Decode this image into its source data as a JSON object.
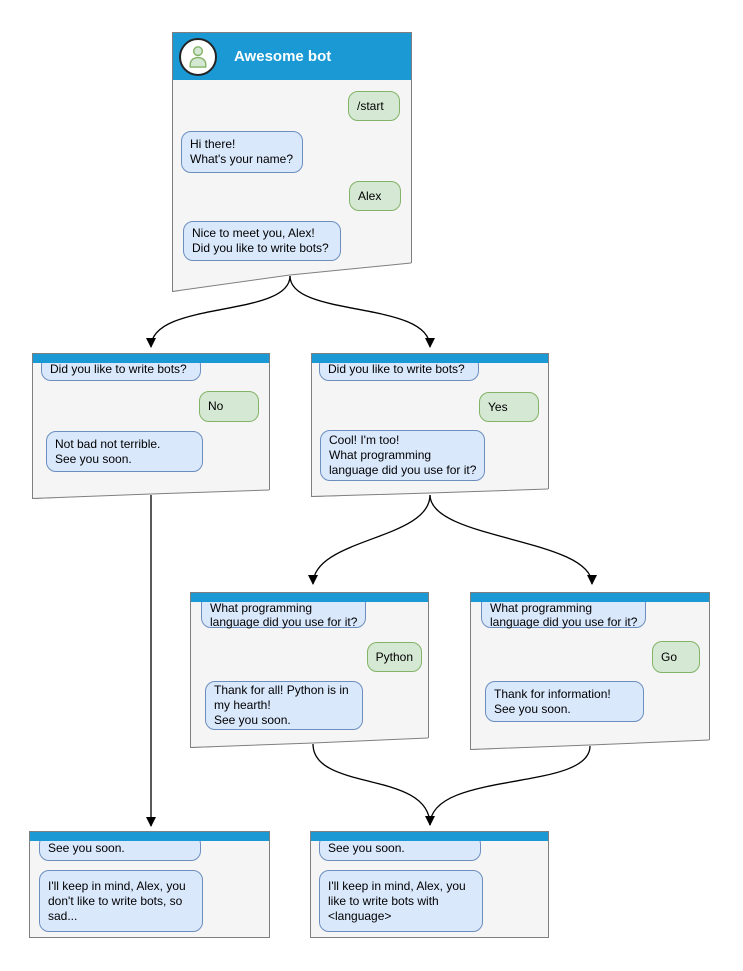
{
  "colors": {
    "header_blue": "#1a99d4",
    "window_background": "#f5f5f5",
    "window_border": "#7f7f7f",
    "bot_bubble_fill": "#dae8fc",
    "bot_bubble_border": "#6c8ebf",
    "user_bubble_fill": "#d5e8d4",
    "user_bubble_border": "#82b366",
    "arrow": "#000000",
    "title_text": "#ffffff"
  },
  "main_window": {
    "title": "Awesome bot",
    "avatar_icon": "user-icon",
    "messages": {
      "start_command": "/start",
      "greeting": "Hi there!\nWhat's your name?",
      "name_reply": "Alex",
      "like_bots_question": "Nice to meet you, Alex!\nDid you like to write bots?"
    }
  },
  "no_branch_window": {
    "question": "Did you like to write bots?",
    "answer": "No",
    "reply": "Not bad not terrible.\nSee you soon."
  },
  "yes_branch_window": {
    "question": "Did you like to write bots?",
    "answer": "Yes",
    "reply": "Cool! I'm too!\nWhat programming\nlanguage did you use for it?"
  },
  "python_branch_window": {
    "question": "What programming\nlanguage did you use for it?",
    "answer": "Python",
    "reply": "Thank for all! Python is in\nmy hearth!\nSee you soon."
  },
  "go_branch_window": {
    "question": "What programming\nlanguage did you use for it?",
    "answer": "Go",
    "reply": "Thank for information!\nSee you soon."
  },
  "no_final_window": {
    "question": "See you soon.",
    "reply": "I'll keep in mind, Alex, you\ndon't like to write bots, so\nsad..."
  },
  "yes_final_window": {
    "question": "See you soon.",
    "reply": "I'll keep in mind, Alex, you\nlike to write bots with\n<language>"
  }
}
